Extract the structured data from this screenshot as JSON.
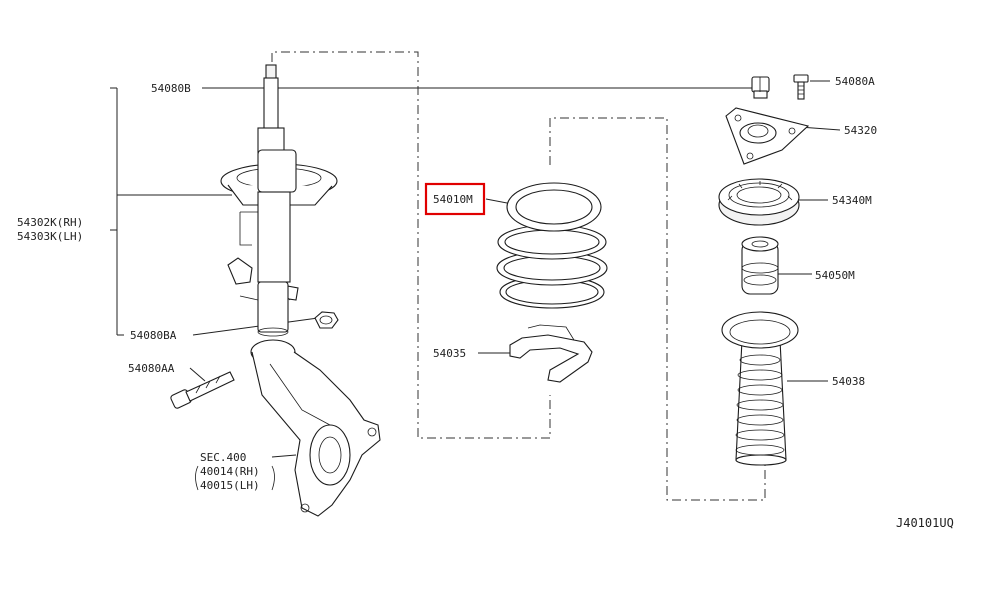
{
  "diagram_code": "J40101UQ",
  "highlight_color": "#e00000",
  "labels": {
    "p54080B": "54080B",
    "p54302K": "54302K(RH)",
    "p54303K": "54303K(LH)",
    "p54080BA": "54080BA",
    "p54080AA": "54080AA",
    "sec400": "SEC.400",
    "sec40014": "40014(RH)",
    "sec40015": "40015(LH)",
    "p54010M": "54010M",
    "p54035": "54035",
    "p54080A": "54080A",
    "p54320": "54320",
    "p54340M": "54340M",
    "p54050M": "54050M",
    "p54038": "54038"
  }
}
